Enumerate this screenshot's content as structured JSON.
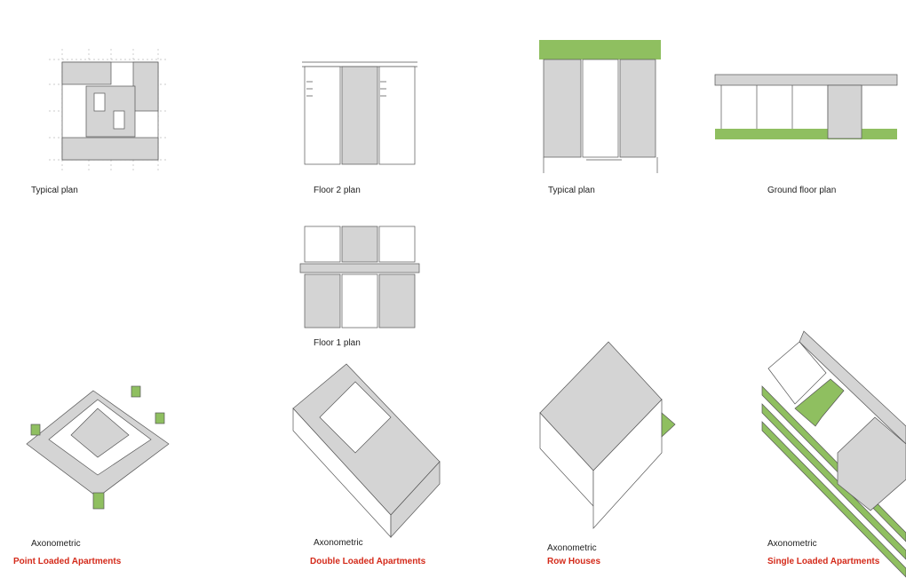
{
  "colors": {
    "accent_red": "#d42a1a",
    "green": "#8fbf60",
    "grey": "#d4d4d4",
    "line": "#555555"
  },
  "columns": [
    {
      "title": "Point Loaded Apartments",
      "plans": [
        "Typical plan"
      ],
      "axonometric": "Axonometric"
    },
    {
      "title": "Double Loaded Apartments",
      "plans": [
        "Floor 2 plan",
        "Floor 1 plan"
      ],
      "axonometric": "Axonometric"
    },
    {
      "title": "Row Houses",
      "plans": [
        "Typical plan"
      ],
      "axonometric": "Axonometric"
    },
    {
      "title": "Single Loaded Apartments",
      "plans": [
        "Ground floor plan"
      ],
      "axonometric": "Axonometric"
    }
  ]
}
